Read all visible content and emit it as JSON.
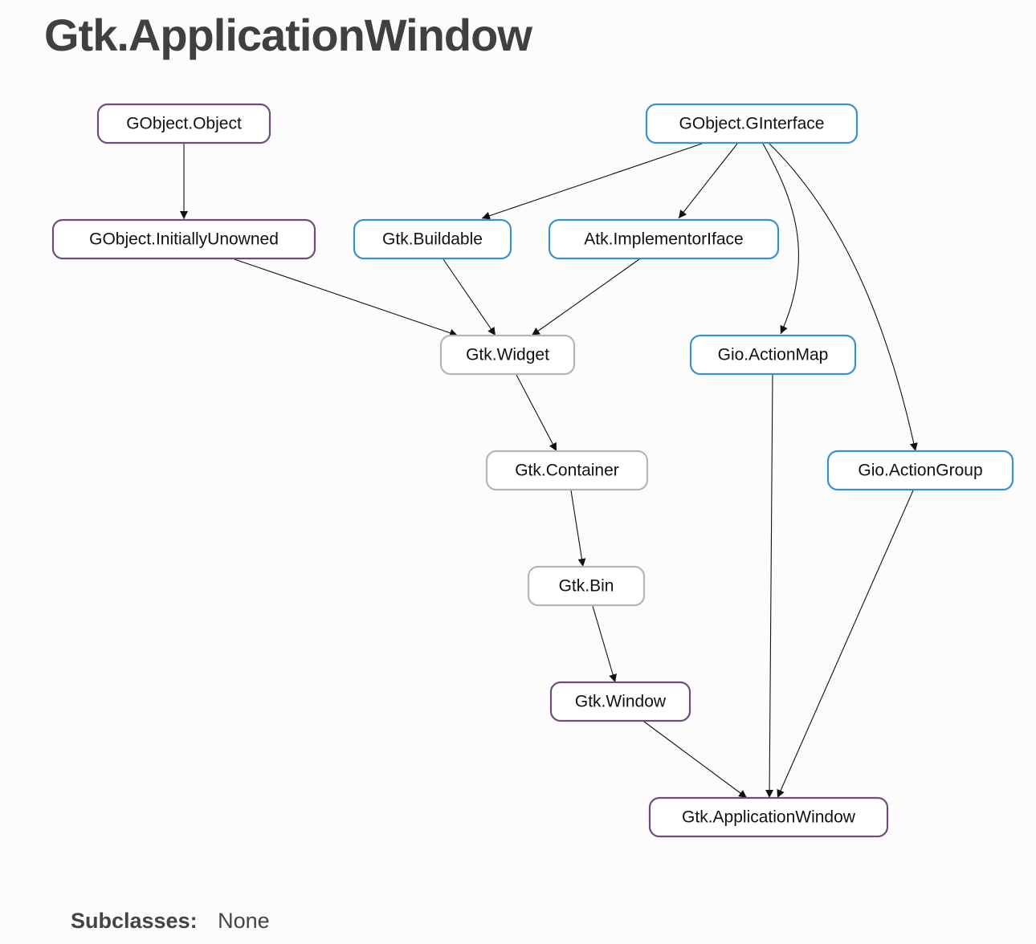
{
  "page": {
    "title": "Gtk.ApplicationWindow"
  },
  "diagram": {
    "nodes": [
      {
        "id": "gobject-object",
        "label": "GObject.Object",
        "kind": "class"
      },
      {
        "id": "gobject-ginterface",
        "label": "GObject.GInterface",
        "kind": "interface"
      },
      {
        "id": "gobject-initiallyunowned",
        "label": "GObject.InitiallyUnowned",
        "kind": "class"
      },
      {
        "id": "gtk-buildable",
        "label": "Gtk.Buildable",
        "kind": "interface"
      },
      {
        "id": "atk-implementoriface",
        "label": "Atk.ImplementorIface",
        "kind": "interface"
      },
      {
        "id": "gtk-widget",
        "label": "Gtk.Widget",
        "kind": "abstract"
      },
      {
        "id": "gio-actionmap",
        "label": "Gio.ActionMap",
        "kind": "interface"
      },
      {
        "id": "gtk-container",
        "label": "Gtk.Container",
        "kind": "abstract"
      },
      {
        "id": "gio-actiongroup",
        "label": "Gio.ActionGroup",
        "kind": "interface"
      },
      {
        "id": "gtk-bin",
        "label": "Gtk.Bin",
        "kind": "abstract"
      },
      {
        "id": "gtk-window",
        "label": "Gtk.Window",
        "kind": "class"
      },
      {
        "id": "gtk-applicationwindow",
        "label": "Gtk.ApplicationWindow",
        "kind": "class"
      }
    ],
    "edges": [
      {
        "from": "gobject-object",
        "to": "gobject-initiallyunowned"
      },
      {
        "from": "gobject-ginterface",
        "to": "gtk-buildable"
      },
      {
        "from": "gobject-ginterface",
        "to": "atk-implementoriface"
      },
      {
        "from": "gobject-ginterface",
        "to": "gio-actionmap"
      },
      {
        "from": "gobject-ginterface",
        "to": "gio-actiongroup"
      },
      {
        "from": "gobject-initiallyunowned",
        "to": "gtk-widget"
      },
      {
        "from": "gtk-buildable",
        "to": "gtk-widget"
      },
      {
        "from": "atk-implementoriface",
        "to": "gtk-widget"
      },
      {
        "from": "gtk-widget",
        "to": "gtk-container"
      },
      {
        "from": "gtk-container",
        "to": "gtk-bin"
      },
      {
        "from": "gtk-bin",
        "to": "gtk-window"
      },
      {
        "from": "gtk-window",
        "to": "gtk-applicationwindow"
      },
      {
        "from": "gio-actionmap",
        "to": "gtk-applicationwindow"
      },
      {
        "from": "gio-actiongroup",
        "to": "gtk-applicationwindow"
      }
    ]
  },
  "subclasses": {
    "label": "Subclasses:",
    "value": "None"
  },
  "colors": {
    "class_border": "#6e4d7a",
    "interface_border": "#3a8fcd",
    "abstract_border": "#b5b5b5",
    "edge": "#111111"
  }
}
